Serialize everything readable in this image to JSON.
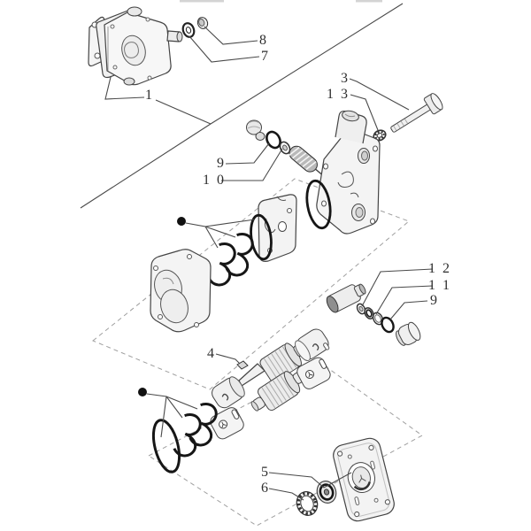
{
  "diagram": {
    "type": "exploded-parts-diagram",
    "subject": "hydraulic gear pump assembly",
    "colors": {
      "background": "#ffffff",
      "line_art": "#444444",
      "seal_rings": "#161616",
      "leader_lines": "#4a4a4a",
      "group_outline_dashed": "#9f9f9f",
      "label_text": "#2e2e2e"
    },
    "callouts": {
      "c1": "1",
      "c3": "3",
      "c4": "4",
      "c5": "5",
      "c6": "6",
      "c7": "7",
      "c8": "8",
      "c9a": "9",
      "c9b": "9",
      "c10": "1 0",
      "c11": "1 1",
      "c12": "1 2",
      "c13": "1 3"
    },
    "bullet_markers": {
      "count": 2,
      "symbol": "●",
      "meaning": "unnumbered seal-kit group marker"
    }
  }
}
